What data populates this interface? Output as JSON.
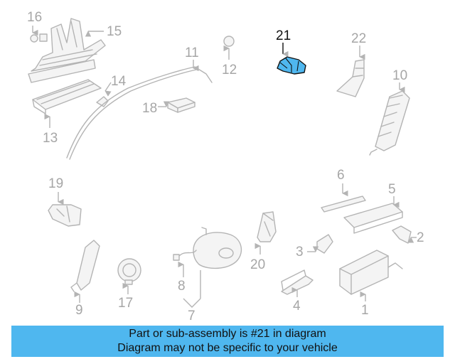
{
  "diagram": {
    "highlight_color": "#4fb7ef",
    "callouts": {
      "c1": "1",
      "c2": "2",
      "c3": "3",
      "c4": "4",
      "c5": "5",
      "c6": "6",
      "c7": "7",
      "c8": "8",
      "c9": "9",
      "c10": "10",
      "c11": "11",
      "c12": "12",
      "c13": "13",
      "c14": "14",
      "c15": "15",
      "c16": "16",
      "c17": "17",
      "c18": "18",
      "c19": "19",
      "c20": "20",
      "c21": "21",
      "c22": "22"
    }
  },
  "banner": {
    "line1": "Part or sub-assembly is #21 in diagram",
    "line2": "Diagram may not be specific to your vehicle",
    "background": "#4fb7ef"
  }
}
